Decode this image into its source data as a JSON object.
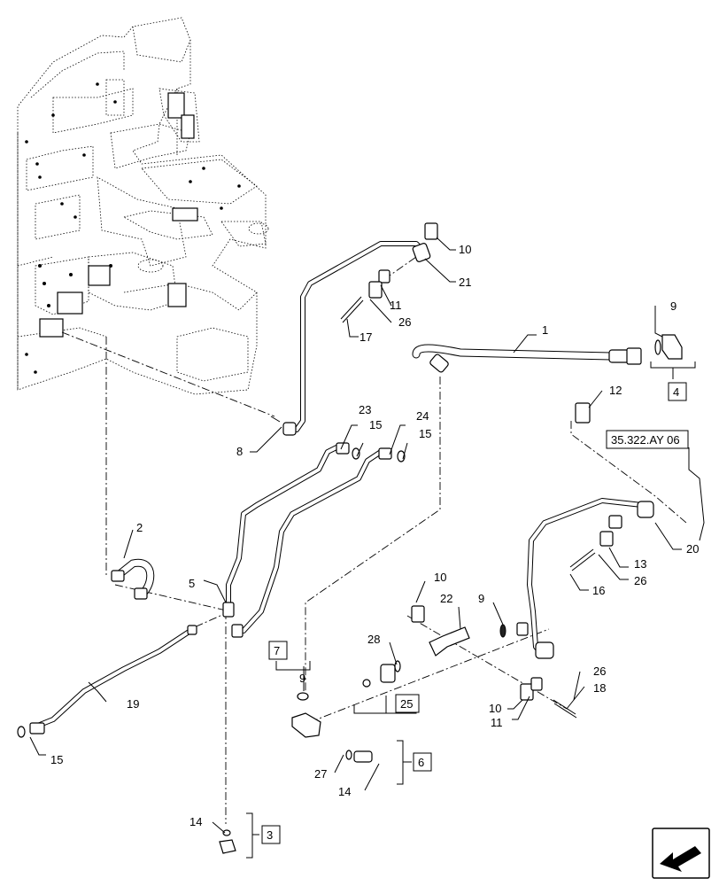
{
  "callouts": {
    "c1": "1",
    "c2": "2",
    "c5": "5",
    "c8": "8",
    "c9a": "9",
    "c9b": "9",
    "c9c": "9",
    "c10a": "10",
    "c10b": "10",
    "c10c": "10",
    "c11a": "11",
    "c11b": "11",
    "c12": "12",
    "c13": "13",
    "c14a": "14",
    "c14b": "14",
    "c15a": "15",
    "c15b": "15",
    "c15c": "15",
    "c16": "16",
    "c17": "17",
    "c18": "18",
    "c19": "19",
    "c20": "20",
    "c21": "21",
    "c22": "22",
    "c23": "23",
    "c24": "24",
    "c26a": "26",
    "c26b": "26",
    "c26c": "26",
    "c27": "27",
    "c28": "28"
  },
  "boxed_callouts": {
    "b3": "3",
    "b4": "4",
    "b6": "6",
    "b7": "7",
    "b25": "25"
  },
  "reference_box": "35.322.AY 06",
  "nav_icon": "arrow-back-icon"
}
